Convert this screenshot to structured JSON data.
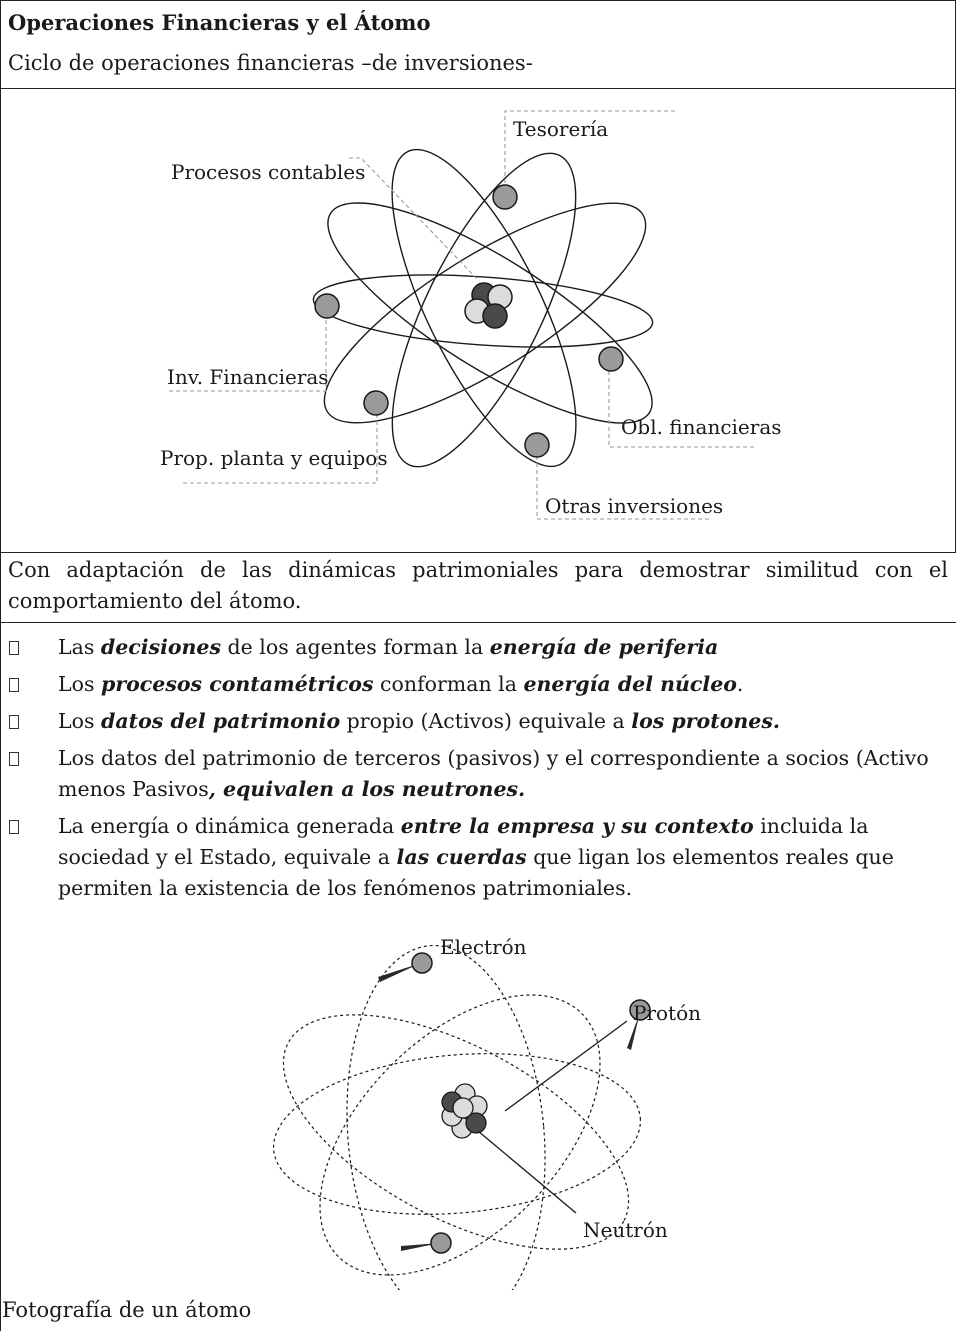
{
  "header": {
    "title": "Operaciones Financieras y el Átomo",
    "subtitle": "Ciclo de operaciones financieras –de inversiones-"
  },
  "diagram1": {
    "labels": {
      "tesoreria": "Tesorería",
      "procesos": "Procesos contables",
      "inv_financieras": "Inv. Financieras",
      "prop_planta": "Prop. planta y equipos",
      "obl_financieras": "Obl. financieras",
      "otras_inversiones": "Otras inversiones"
    },
    "colors": {
      "electron": "#9a9a9a",
      "nucleus_dark": "#4a4a4a",
      "nucleus_light": "#dcdcdc",
      "leader": "#999999"
    }
  },
  "intro": "Con adaptación de las dinámicas patrimoniales para demostrar similitud con el comportamiento del átomo.",
  "bullets": [
    {
      "pre": "Las ",
      "em1": "decisiones",
      "mid": " de los agentes forman la ",
      "em2": "energía de periferia",
      "post": ""
    },
    {
      "pre": "Los ",
      "em1": "procesos contamétricos",
      "mid": " conforman la ",
      "em2": "energía del núcleo",
      "post": "."
    },
    {
      "pre": "Los ",
      "em1": "datos del patrimonio",
      "mid": " propio (Activos) equivale a ",
      "em2": "los protones.",
      "post": ""
    },
    {
      "pre": "Los datos del patrimonio de terceros (pasivos) y el correspondiente a socios (Activo menos Pasivos",
      "em1": ", equivalen a los neutrones.",
      "mid": "",
      "em2": "",
      "post": ""
    },
    {
      "pre": "La energía o dinámica generada ",
      "em1": "entre la empresa y su contexto",
      "mid": " incluida la sociedad y el Estado, equivale a ",
      "em2": "las cuerdas",
      "post": " que ligan los elementos reales que permiten la existencia de los fenómenos patrimoniales."
    }
  ],
  "diagram2": {
    "labels": {
      "electron": "Electrón",
      "proton": "Protón",
      "neutron": "Neutrón"
    }
  },
  "caption": "Fotografía de un átomo"
}
